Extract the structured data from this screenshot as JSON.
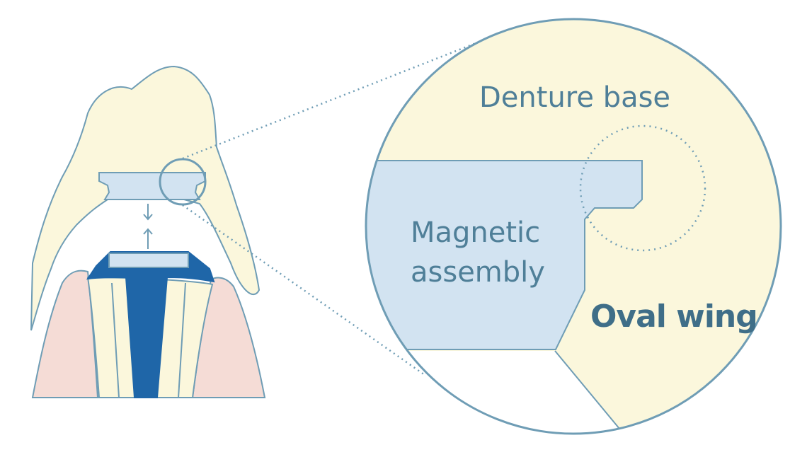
{
  "labels": {
    "denture_base": "Denture base",
    "magnetic_line1": "Magnetic",
    "magnetic_line2": "assembly",
    "oval_wing": "Oval wing"
  },
  "colors": {
    "denture_fill": "#fbf7dc",
    "outline": "#6f9db5",
    "magnet_fill": "#d2e3f1",
    "keeper_dark": "#1f66a8",
    "gum_fill": "#f5dcd6",
    "tooth_fill": "#fbf7dc",
    "text": "#4f7f98"
  }
}
